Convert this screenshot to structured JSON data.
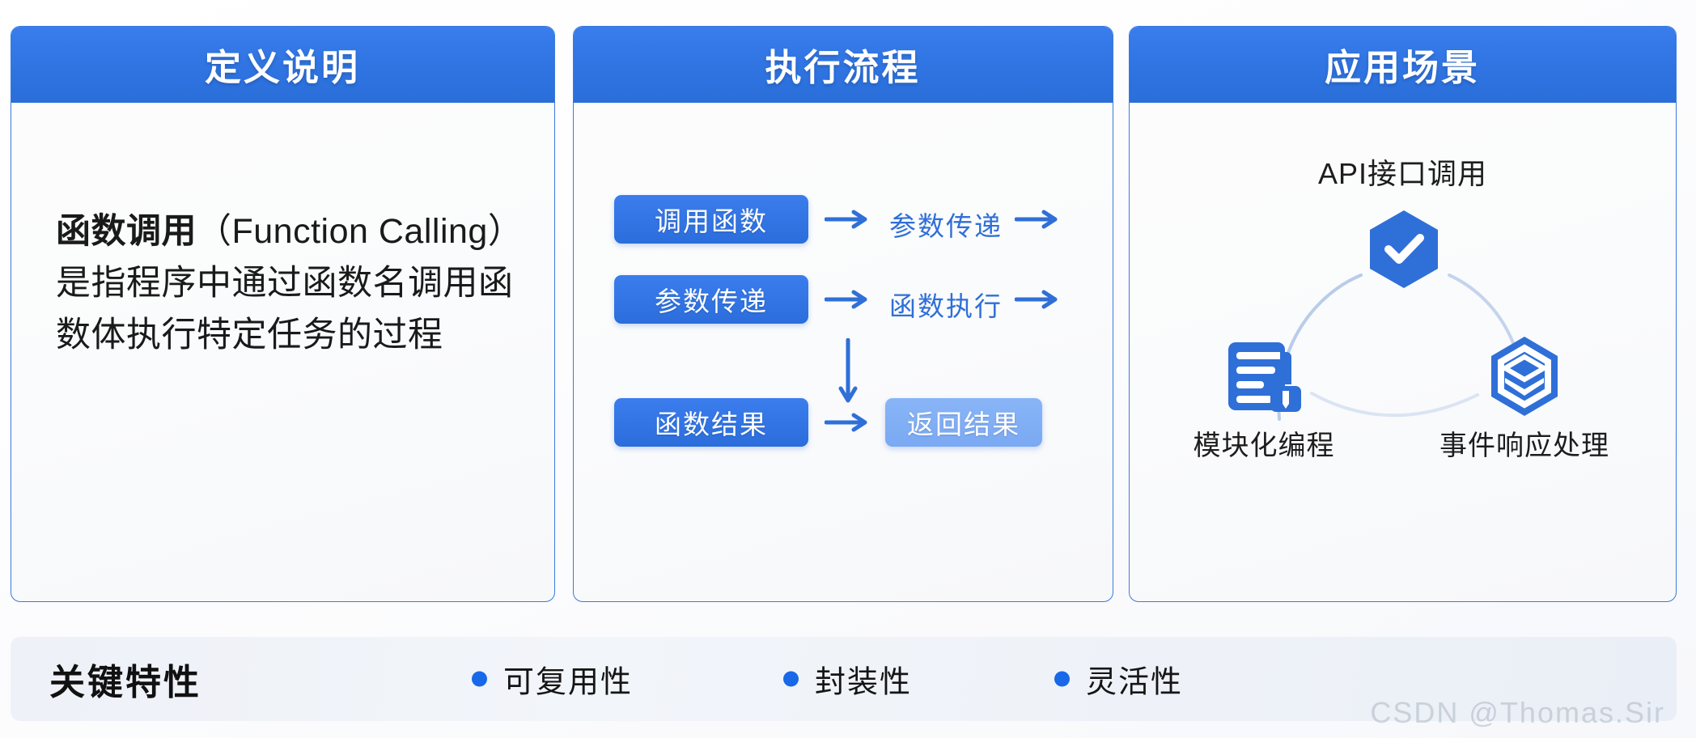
{
  "cards": [
    {
      "header": "定义说明",
      "definition_bold": "函数调用",
      "definition_rest": "（Function Calling）是指程序中通过函数名调用函数体执行特定任务的过程"
    },
    {
      "header": "执行流程",
      "flow_rows": [
        {
          "box": "调用函数",
          "box_style": "dark",
          "label": "参数传递",
          "arrow1": "arrow-right",
          "arrow2": "arrow-right"
        },
        {
          "box": "参数传递",
          "box_style": "dark",
          "label": "函数执行",
          "arrow1": "arrow-right",
          "arrow2": "arrow-right"
        },
        {
          "box": "函数结果",
          "box_style": "dark",
          "label": "返回结果",
          "arrow1": "arrow-right",
          "arrow2": ""
        }
      ],
      "vertical_arrow": "arrow-down"
    },
    {
      "header": "应用场景",
      "scene_title": "API接口调用",
      "nodes": [
        {
          "label": "API接口调用",
          "icon": "hexagon-check-icon"
        },
        {
          "label": "模块化编程",
          "icon": "document-code-icon"
        },
        {
          "label": "事件响应处理",
          "icon": "hexagon-layers-icon"
        }
      ]
    }
  ],
  "bottom": {
    "title": "关键特性",
    "features": [
      "可复用性",
      "封装性",
      "灵活性"
    ]
  },
  "watermark": "CSDN @Thomas.Sir",
  "colors": {
    "header_blue": "#2f74e2",
    "box_blue": "#2b6ddb",
    "box_light_blue": "#7aa9f3",
    "accent_text_blue": "#2f6fd8",
    "bullet_blue": "#1868e8",
    "card_border": "#3b79de"
  }
}
